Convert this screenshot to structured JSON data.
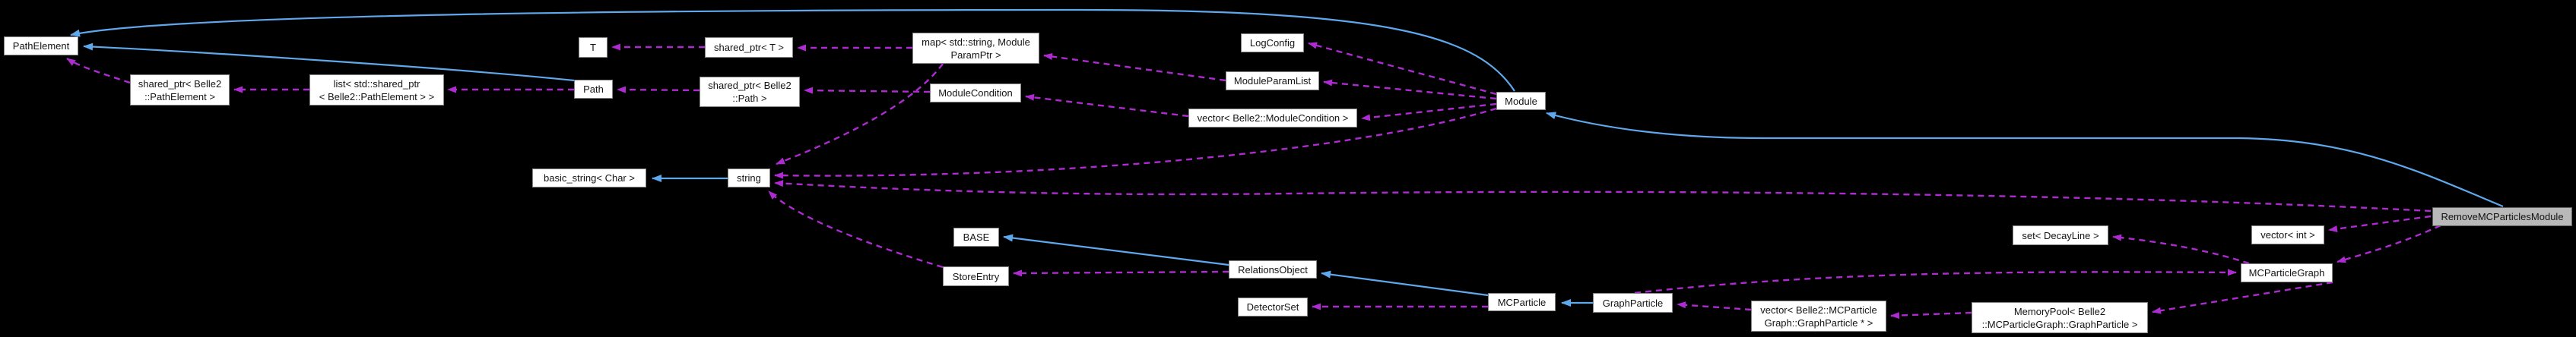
{
  "diagram_type": "doxygen-collaboration-graph",
  "highlighted_node": "removeMCParticlesModule",
  "colors": {
    "inheritance_edge": "#5fa8ec",
    "usage_edge": "#ad2bd0",
    "node_fill": "#ffffff",
    "node_border": "#848484",
    "node_text": "#141414",
    "highlight_fill": "#b9b9b9",
    "highlight_border": "#5f5f5f",
    "background": "#000000"
  },
  "nodes": {
    "pathElement": {
      "label": "PathElement"
    },
    "spPathElement": {
      "label": "shared_ptr< Belle2\n::PathElement >"
    },
    "listSpPathElement": {
      "label": "list< std::shared_ptr\n< Belle2::PathElement > >"
    },
    "t": {
      "label": "T"
    },
    "path": {
      "label": "Path"
    },
    "spT": {
      "label": "shared_ptr< T >"
    },
    "spPath": {
      "label": "shared_ptr< Belle2\n::Path >"
    },
    "mapModuleParamPtr": {
      "label": "map< std::string, Module\nParamPtr >"
    },
    "moduleCondition": {
      "label": "ModuleCondition"
    },
    "logConfig": {
      "label": "LogConfig"
    },
    "moduleParamList": {
      "label": "ModuleParamList"
    },
    "vecModuleCondition": {
      "label": "vector< Belle2::ModuleCondition >"
    },
    "module": {
      "label": "Module"
    },
    "basicString": {
      "label": "basic_string< Char >"
    },
    "string": {
      "label": "string"
    },
    "base": {
      "label": "BASE"
    },
    "storeEntry": {
      "label": "StoreEntry"
    },
    "relationsObject": {
      "label": "RelationsObject"
    },
    "detectorSet": {
      "label": "DetectorSet"
    },
    "mcParticle": {
      "label": "MCParticle"
    },
    "graphParticle": {
      "label": "GraphParticle"
    },
    "vecGraphParticle": {
      "label": "vector< Belle2::MCParticle\nGraph::GraphParticle * >"
    },
    "memoryPool": {
      "label": "MemoryPool< Belle2\n::MCParticleGraph::GraphParticle >"
    },
    "setDecayLine": {
      "label": "set< DecayLine >"
    },
    "vecInt": {
      "label": "vector< int >"
    },
    "mcParticleGraph": {
      "label": "MCParticleGraph"
    },
    "removeMCParticlesModule": {
      "label": "RemoveMCParticlesModule"
    }
  },
  "edges": [
    {
      "from": "path",
      "to": "pathElement",
      "style": "inheritance-solid-blue"
    },
    {
      "from": "module",
      "to": "pathElement",
      "style": "inheritance-solid-blue"
    },
    {
      "from": "string",
      "to": "basicString",
      "style": "inheritance-solid-blue"
    },
    {
      "from": "relationsObject",
      "to": "base",
      "style": "inheritance-solid-blue"
    },
    {
      "from": "mcParticle",
      "to": "relationsObject",
      "style": "inheritance-solid-blue"
    },
    {
      "from": "graphParticle",
      "to": "mcParticle",
      "style": "inheritance-solid-blue"
    },
    {
      "from": "removeMCParticlesModule",
      "to": "module",
      "style": "inheritance-solid-blue"
    },
    {
      "from": "spPathElement",
      "to": "pathElement",
      "style": "usage-dashed-magenta"
    },
    {
      "from": "listSpPathElement",
      "to": "spPathElement",
      "style": "usage-dashed-magenta"
    },
    {
      "from": "path",
      "to": "listSpPathElement",
      "style": "usage-dashed-magenta"
    },
    {
      "from": "spT",
      "to": "t",
      "style": "usage-dashed-magenta"
    },
    {
      "from": "mapModuleParamPtr",
      "to": "spT",
      "style": "usage-dashed-magenta"
    },
    {
      "from": "spPath",
      "to": "path",
      "style": "usage-dashed-magenta"
    },
    {
      "from": "moduleCondition",
      "to": "spPath",
      "style": "usage-dashed-magenta"
    },
    {
      "from": "mapModuleParamPtr",
      "to": "string",
      "style": "usage-dashed-magenta"
    },
    {
      "from": "module",
      "to": "logConfig",
      "style": "usage-dashed-magenta"
    },
    {
      "from": "module",
      "to": "moduleParamList",
      "style": "usage-dashed-magenta"
    },
    {
      "from": "module",
      "to": "vecModuleCondition",
      "style": "usage-dashed-magenta"
    },
    {
      "from": "module",
      "to": "string",
      "style": "usage-dashed-magenta"
    },
    {
      "from": "removeMCParticlesModule",
      "to": "string",
      "style": "usage-dashed-magenta"
    },
    {
      "from": "moduleParamList",
      "to": "mapModuleParamPtr",
      "style": "usage-dashed-magenta"
    },
    {
      "from": "vecModuleCondition",
      "to": "moduleCondition",
      "style": "usage-dashed-magenta"
    },
    {
      "from": "storeEntry",
      "to": "string",
      "style": "usage-dashed-magenta"
    },
    {
      "from": "relationsObject",
      "to": "storeEntry",
      "style": "usage-dashed-magenta"
    },
    {
      "from": "mcParticle",
      "to": "detectorSet",
      "style": "usage-dashed-magenta"
    },
    {
      "from": "graphParticle",
      "to": "mcParticleGraph",
      "style": "usage-dashed-magenta"
    },
    {
      "from": "vecGraphParticle",
      "to": "graphParticle",
      "style": "usage-dashed-magenta"
    },
    {
      "from": "memoryPool",
      "to": "vecGraphParticle",
      "style": "usage-dashed-magenta"
    },
    {
      "from": "mcParticleGraph",
      "to": "memoryPool",
      "style": "usage-dashed-magenta"
    },
    {
      "from": "mcParticleGraph",
      "to": "setDecayLine",
      "style": "usage-dashed-magenta"
    },
    {
      "from": "removeMCParticlesModule",
      "to": "vecInt",
      "style": "usage-dashed-magenta"
    },
    {
      "from": "removeMCParticlesModule",
      "to": "mcParticleGraph",
      "style": "usage-dashed-magenta"
    }
  ]
}
